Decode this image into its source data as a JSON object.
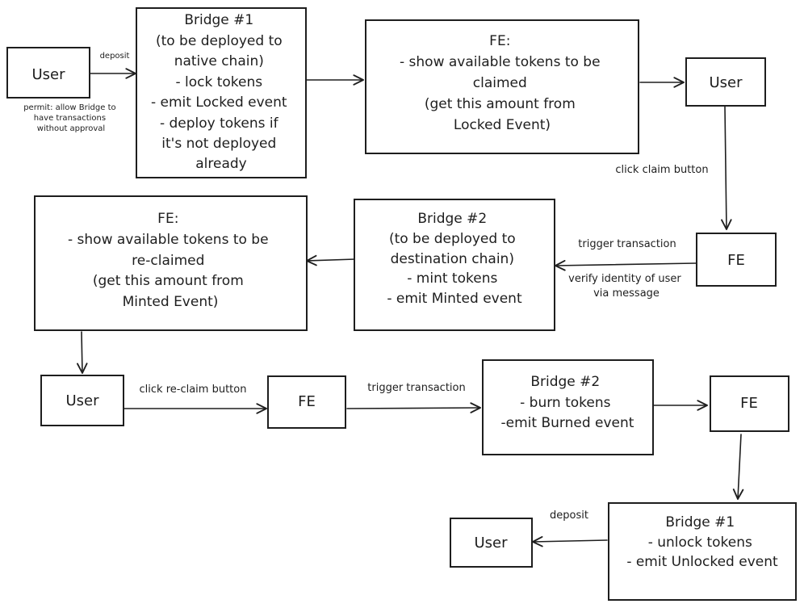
{
  "nodes": {
    "user_1": {
      "lines": [
        "User"
      ]
    },
    "bridge1_deploy": {
      "lines": [
        "Bridge #1",
        "(to be deployed to",
        "native chain)",
        "- lock tokens",
        "- emit Locked event",
        "- deploy tokens if",
        "it's not deployed",
        "already"
      ]
    },
    "fe_claim": {
      "lines": [
        "FE:",
        "- show available tokens to be",
        "claimed",
        "(get this amount from",
        "Locked Event)"
      ]
    },
    "user_2": {
      "lines": [
        "User"
      ]
    },
    "fe_1": {
      "lines": [
        "FE"
      ]
    },
    "bridge2_deploy": {
      "lines": [
        "Bridge #2",
        "(to be deployed to",
        "destination chain)",
        "- mint tokens",
        "- emit Minted event"
      ]
    },
    "fe_reclaim": {
      "lines": [
        "FE:",
        "- show available tokens to be",
        "re-claimed",
        "(get this amount from",
        "Minted Event)"
      ]
    },
    "user_3": {
      "lines": [
        "User"
      ]
    },
    "fe_2": {
      "lines": [
        "FE"
      ]
    },
    "bridge2_burn": {
      "lines": [
        "Bridge #2",
        "- burn tokens",
        "-emit Burned event"
      ]
    },
    "fe_3": {
      "lines": [
        "FE"
      ]
    },
    "bridge1_unlock": {
      "lines": [
        "Bridge #1",
        "- unlock tokens",
        "- emit Unlocked event"
      ]
    },
    "user_4": {
      "lines": [
        "User"
      ]
    }
  },
  "edge_labels": {
    "deposit_1": "deposit",
    "permit_note": [
      "permit: allow Bridge to",
      "have transactions",
      "without approval"
    ],
    "click_claim": "click claim button",
    "trigger_1": "trigger transaction",
    "verify_note": [
      "verify identity of user",
      "via message"
    ],
    "click_reclaim": "click re-claim button",
    "trigger_2": "trigger transaction",
    "deposit_2": "deposit"
  },
  "colors": {
    "stroke": "#1e1e1e",
    "background": "#ffffff"
  }
}
